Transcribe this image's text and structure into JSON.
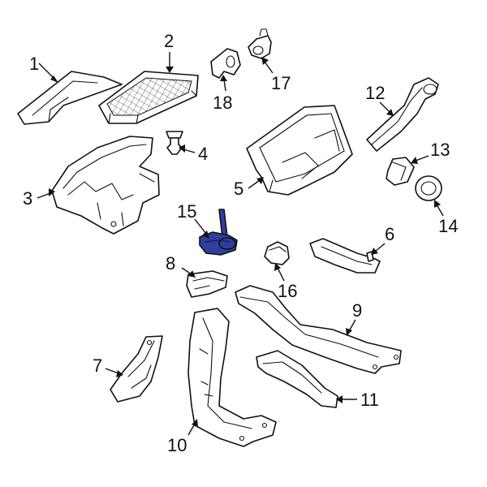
{
  "highlight_color": "#2f3f9f",
  "callouts": [
    {
      "id": "1",
      "label": "1"
    },
    {
      "id": "2",
      "label": "2"
    },
    {
      "id": "3",
      "label": "3"
    },
    {
      "id": "4",
      "label": "4"
    },
    {
      "id": "5",
      "label": "5"
    },
    {
      "id": "6",
      "label": "6"
    },
    {
      "id": "7",
      "label": "7"
    },
    {
      "id": "8",
      "label": "8"
    },
    {
      "id": "9",
      "label": "9"
    },
    {
      "id": "10",
      "label": "10"
    },
    {
      "id": "11",
      "label": "11"
    },
    {
      "id": "12",
      "label": "12"
    },
    {
      "id": "13",
      "label": "13"
    },
    {
      "id": "14",
      "label": "14"
    },
    {
      "id": "15",
      "label": "15"
    },
    {
      "id": "16",
      "label": "16"
    },
    {
      "id": "17",
      "label": "17"
    },
    {
      "id": "18",
      "label": "18"
    }
  ],
  "highlighted_part": "15"
}
